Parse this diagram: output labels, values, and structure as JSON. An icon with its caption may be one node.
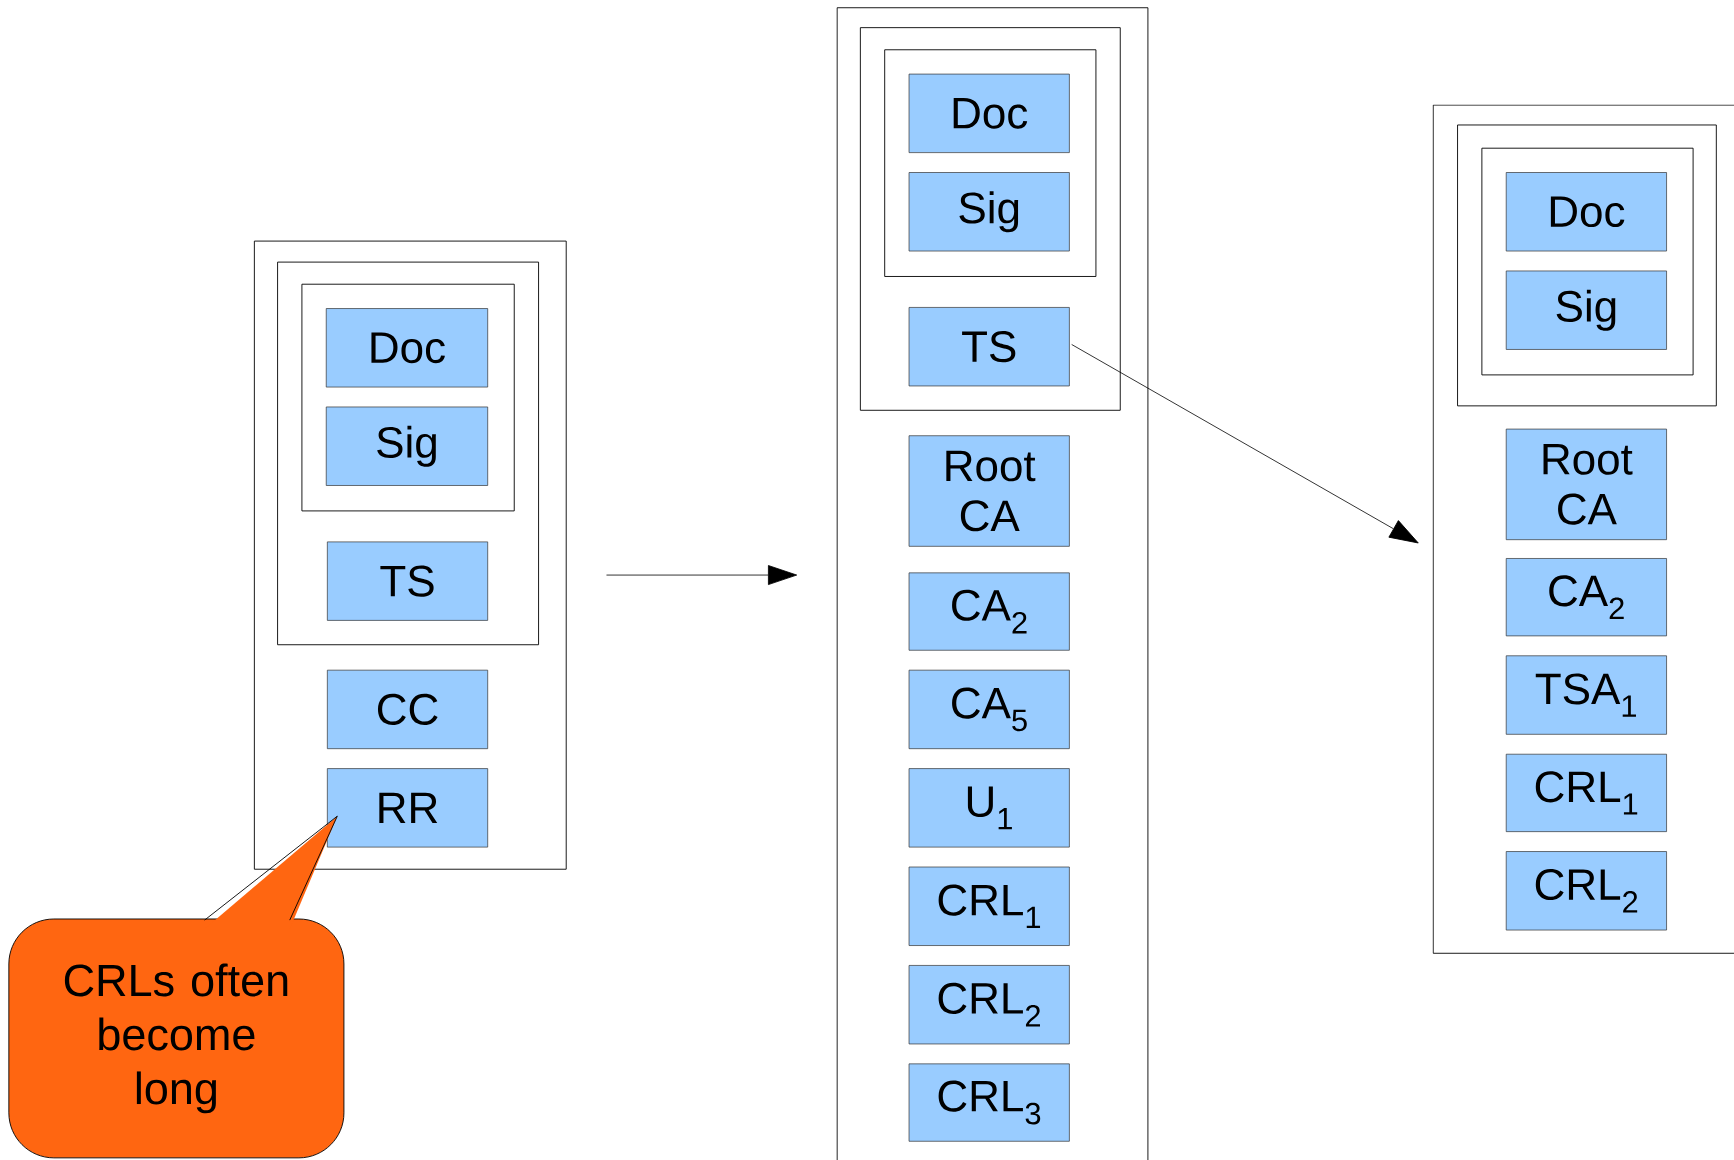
{
  "diagram": {
    "nodes": [
      {
        "text": [],
        "shape": "box"
      },
      {
        "text": [],
        "shape": "box",
        "in": 0
      },
      {
        "text": [],
        "shape": "box",
        "in": 1
      },
      {
        "text": [
          "Doc"
        ],
        "in": 2
      },
      {
        "text": [
          "Sig"
        ],
        "in": 2
      },
      {
        "text": [
          "TS"
        ],
        "in": 1
      },
      {
        "text": [
          "CC"
        ],
        "in": 0
      },
      {
        "text": [
          "RR"
        ],
        "in": 0
      },
      {
        "text": [
          "CRLs often become long"
        ]
      },
      {
        "text": [],
        "shape": "box"
      },
      {
        "text": [],
        "shape": "box",
        "in": 9
      },
      {
        "text": [],
        "shape": "box",
        "in": 10
      },
      {
        "text": [
          "Doc"
        ],
        "in": 11
      },
      {
        "text": [
          "Sig"
        ],
        "in": 11
      },
      {
        "text": [
          "TS"
        ],
        "in": 10
      },
      {
        "text": [
          "Root CA"
        ],
        "in": 9
      },
      {
        "text": [
          "CA$_{2}$"
        ],
        "in": 9
      },
      {
        "text": [
          "CA$_{5}$"
        ],
        "in": 9
      },
      {
        "text": [
          "U$_{1}$"
        ],
        "in": 9
      },
      {
        "text": [
          "CRL$_{1}$"
        ],
        "in": 9
      },
      {
        "text": [
          "CRL$_{2}$"
        ],
        "in": 9
      },
      {
        "text": [
          "CRL$_{3}$"
        ],
        "in": 9
      },
      {
        "text": [],
        "shape": "box"
      },
      {
        "text": [],
        "shape": "box",
        "in": 22
      },
      {
        "text": [],
        "shape": "box",
        "in": 23
      },
      {
        "text": [
          "Doc"
        ],
        "in": 24
      },
      {
        "text": [
          "Sig"
        ],
        "in": 24
      },
      {
        "text": [
          "Root CA"
        ],
        "in": 22
      },
      {
        "text": [
          "CA$_{2}$"
        ],
        "in": 22
      },
      {
        "text": [
          "TSA$_{1}$"
        ],
        "in": 22
      },
      {
        "text": [
          "CRL$_{1}$"
        ],
        "in": 22
      },
      {
        "text": [
          "CRL$_{2}$"
        ],
        "in": 22
      }
    ],
    "edges": [
      {
        "from": 0,
        "to": 9,
        "arrow": "to"
      },
      {
        "from": 14,
        "to": 22,
        "arrow": "to"
      }
    ]
  }
}
